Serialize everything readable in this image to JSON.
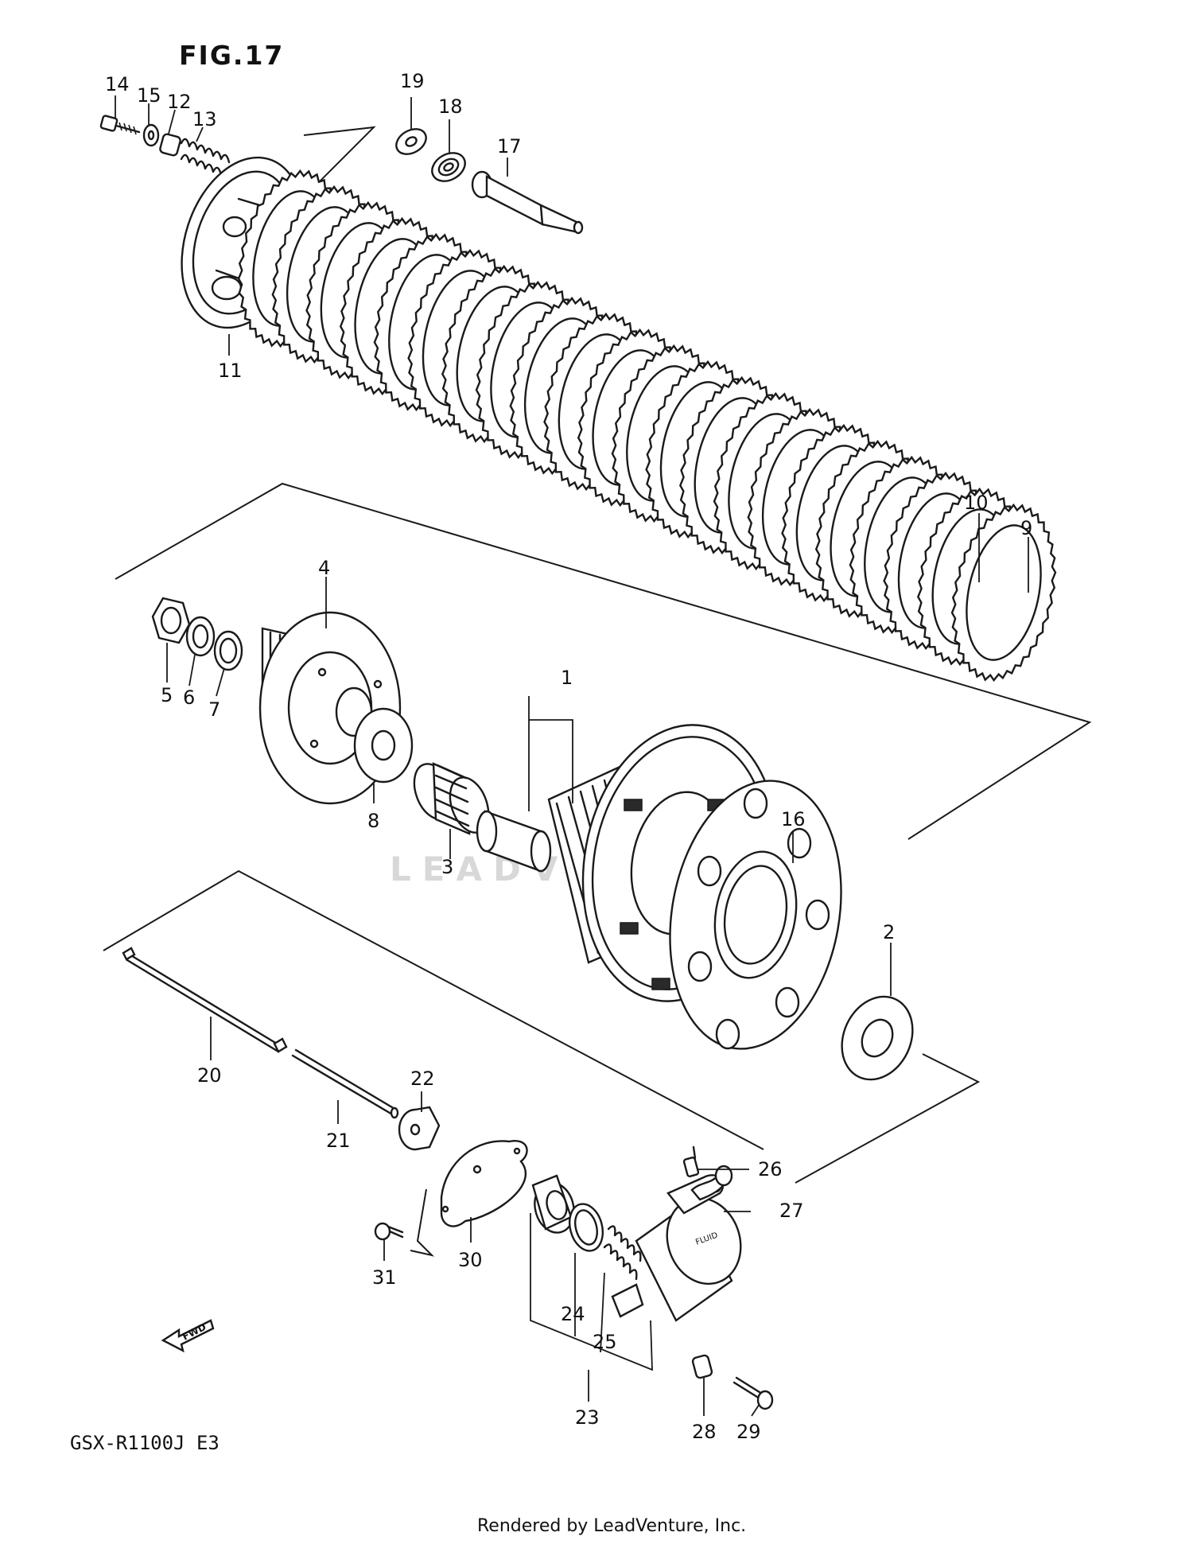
{
  "figure_title": "FIG.17",
  "model_code": "GSX-R1100J  E3",
  "footer_text": "Rendered by LeadVenture, Inc.",
  "watermark_text": "LEADVENTURE",
  "fwd_label": "FWD",
  "callouts": {
    "c1": "1",
    "c2": "2",
    "c3": "3",
    "c4": "4",
    "c5": "5",
    "c6": "6",
    "c7": "7",
    "c8": "8",
    "c9": "9",
    "c10": "10",
    "c11": "11",
    "c12": "12",
    "c13": "13",
    "c14": "14",
    "c15": "15",
    "c16": "16",
    "c17": "17",
    "c18": "18",
    "c19": "19",
    "c20": "20",
    "c21": "21",
    "c22": "22",
    "c23": "23",
    "c24": "24",
    "c25": "25",
    "c26": "26",
    "c27": "27",
    "c28": "28",
    "c29": "29",
    "c30": "30",
    "c31": "31"
  }
}
